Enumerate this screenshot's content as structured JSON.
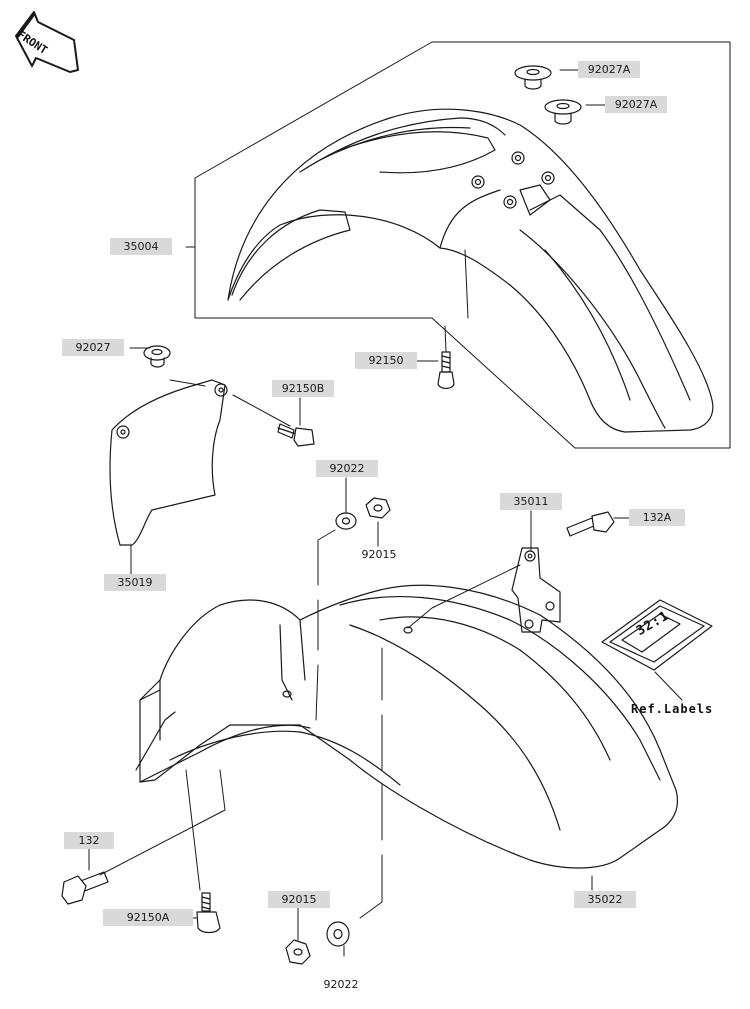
{
  "diagram": {
    "direction_marker": "FRONT",
    "ref_labels_text": "Ref.Labels",
    "decal_text": "32:1",
    "line_color": "#1a1a1a",
    "label_background": "#d9d9d9",
    "parts": {
      "p92027A_top": "92027A",
      "p92027A_second": "92027A",
      "p35004": "35004",
      "p92027": "92027",
      "p92150": "92150",
      "p92150B": "92150B",
      "p92022_top": "92022",
      "p92015_top": "92015",
      "p35011": "35011",
      "p132A": "132A",
      "p35019": "35019",
      "p132": "132",
      "p92150A": "92150A",
      "p92015_bottom": "92015",
      "p92022_bottom": "92022",
      "p35022": "35022"
    }
  }
}
